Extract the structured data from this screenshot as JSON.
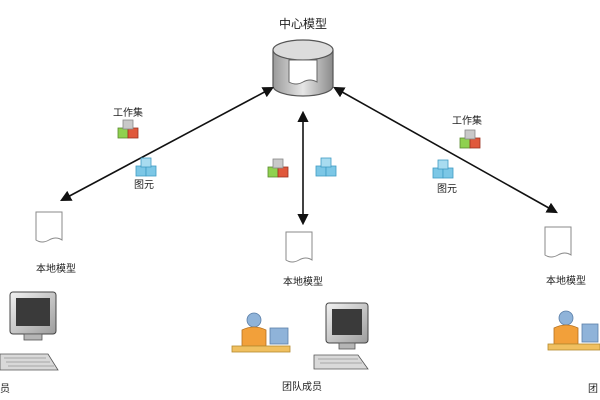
{
  "central": {
    "label": "中心模型"
  },
  "labels": {
    "worksets": "工作集",
    "elements": "图元",
    "local_model": "本地模型",
    "team_member": "团队成员",
    "edge_left": "员",
    "edge_right": "团"
  },
  "colors": {
    "line": "#111111",
    "doc_stroke": "#8a8a8a",
    "cube_blue": "#7cc7e6",
    "cube_blue_dark": "#3f9cc4",
    "cube_green": "#8fd14f",
    "cube_red": "#e0583b",
    "cube_grey": "#c9c9c9",
    "person_shirt": "#f2a03a",
    "person_skin": "#8fb3d9",
    "desk": "#f0c060",
    "monitor_dark": "#3a3a3a",
    "monitor_light": "#d9d9d9"
  }
}
